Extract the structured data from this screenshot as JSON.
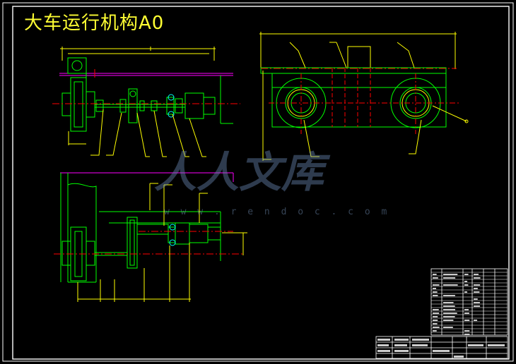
{
  "title": "大车运行机构A0",
  "watermark": {
    "logo": "人人文库",
    "url": "w w w . r e n d o c . c o m"
  },
  "colors": {
    "background": "#000000",
    "border": "#ffffff",
    "structure": "#00ff00",
    "dimension": "#ffff00",
    "centerline": "#ff0000",
    "highlight": "#ff00ff",
    "title_text": "#ffff33"
  }
}
